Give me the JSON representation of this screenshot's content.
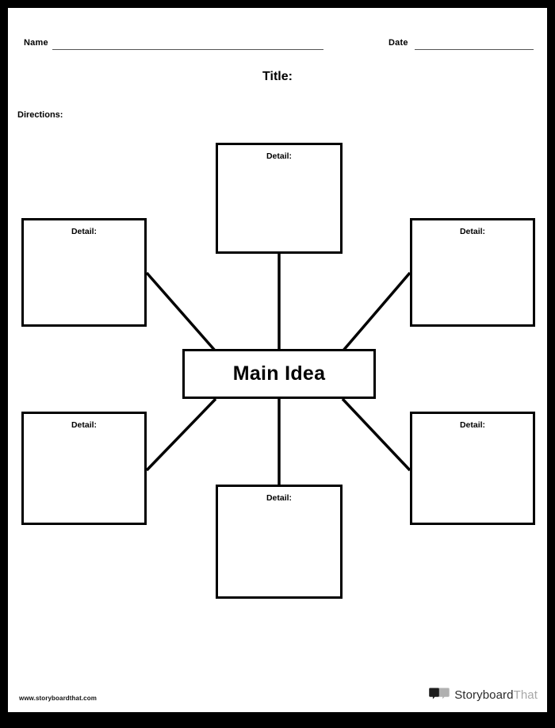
{
  "worksheet": {
    "type": "spider-map-graphic-organizer",
    "header": {
      "name_label": "Name",
      "date_label": "Date"
    },
    "title_label": "Title:",
    "directions_label": "Directions:",
    "center": {
      "label": "Main Idea"
    },
    "details": [
      {
        "position": "top",
        "label": "Detail:"
      },
      {
        "position": "left-upper",
        "label": "Detail:"
      },
      {
        "position": "right-upper",
        "label": "Detail:"
      },
      {
        "position": "left-lower",
        "label": "Detail:"
      },
      {
        "position": "right-lower",
        "label": "Detail:"
      },
      {
        "position": "bottom",
        "label": "Detail:"
      }
    ],
    "footer": {
      "url": "www.storyboardthat.com",
      "brand_primary": "Storyboard",
      "brand_secondary": "That",
      "brand_icon": "speech-bubbles-icon"
    },
    "colors": {
      "page_border": "#000000",
      "sheet": "#ffffff",
      "ink": "#000000",
      "rule": "#555555",
      "brand_dark": "#2b2b2b",
      "brand_gray": "#a8a8a8"
    }
  }
}
